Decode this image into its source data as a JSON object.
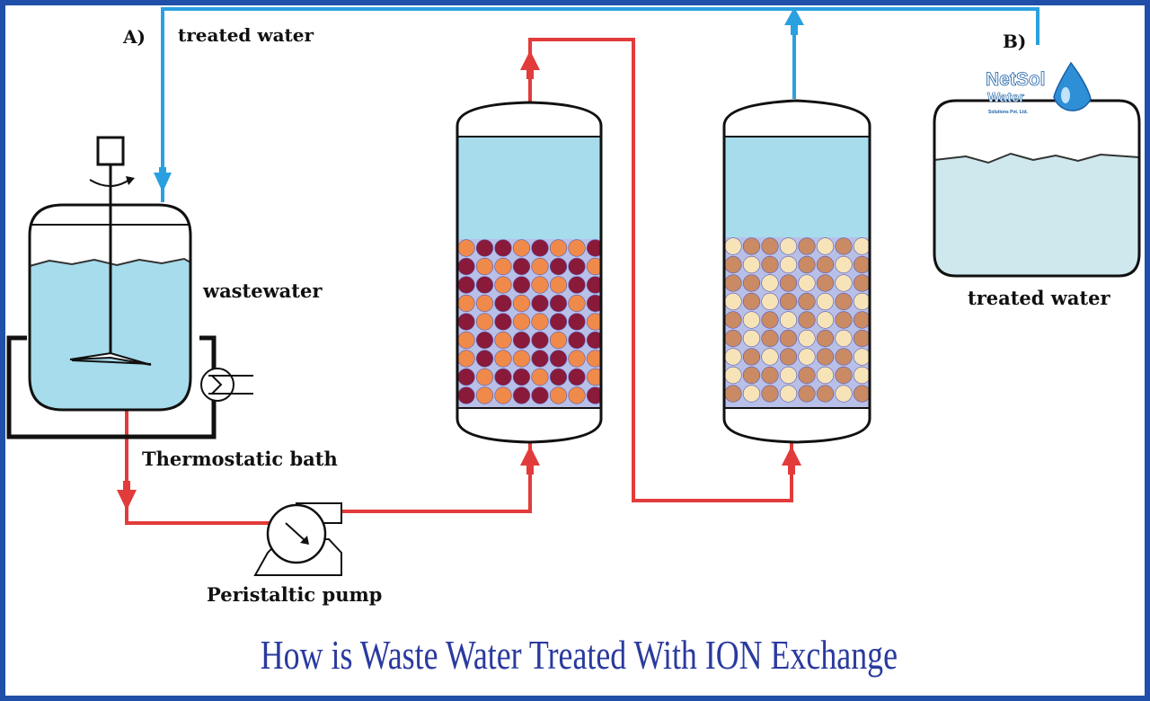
{
  "title": "How is Waste Water Treated With ION Exchange",
  "labels": {
    "a_marker": "A)",
    "b_marker": "B)",
    "treated_water_top": "treated water",
    "treated_water_tank": "treated water",
    "wastewater": "wastewater",
    "thermostatic_bath": "Thermostatic bath",
    "peristaltic_pump": "Peristaltic pump"
  },
  "logo": {
    "line1": "NetSol",
    "line2": "Water",
    "line3": "Solutions Pvt. Ltd."
  },
  "colors": {
    "frame": "#1f4fa8",
    "title": "#2a3a9e",
    "feed_pipe": "#e23b3b",
    "treated_pipe": "#2aa0e0",
    "water": "#a6dcec",
    "resin_dark": "#8a1a3a",
    "resin_orange": "#f08a4a",
    "resin_brown": "#c98a64",
    "resin_cream": "#f7e3b8"
  }
}
